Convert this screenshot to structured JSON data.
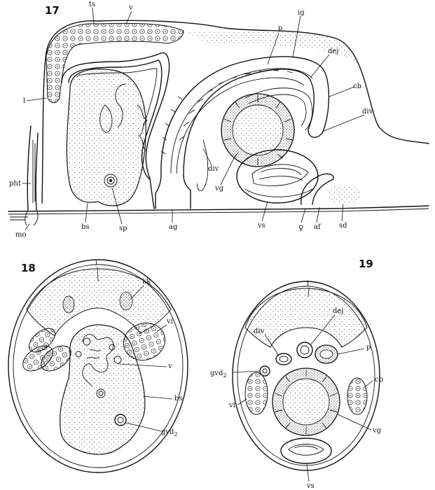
{
  "figures": [
    {
      "number": "17",
      "labels": {
        "l": "l",
        "pht": "pht",
        "mo": "mo",
        "bs": "bs",
        "sp": "sp",
        "ag": "ag",
        "vs": "vs",
        "female": "♀",
        "af": "af",
        "sd": "sd",
        "vg": "vg",
        "div_a": "div",
        "div_b": "div",
        "cb": "cb",
        "dej": "dej",
        "ig": "ig",
        "p": "p",
        "v": "v",
        "ts": "ts"
      }
    },
    {
      "number": "18",
      "labels": {
        "i": "i",
        "kk": "kk",
        "vi": "vi",
        "v": "v",
        "bs": "bs",
        "gvd": "gvd",
        "gvd_sub": "2"
      }
    },
    {
      "number": "19",
      "labels": {
        "i": "i",
        "dej": "dej",
        "div": "div",
        "p": "p",
        "gvd": "gvd",
        "gvd_sub": "2",
        "cb": "cb",
        "vi": "vl",
        "vg": "vg",
        "vs": "vs"
      }
    }
  ],
  "ink_color": "#111111",
  "paper_color": "#ffffff"
}
